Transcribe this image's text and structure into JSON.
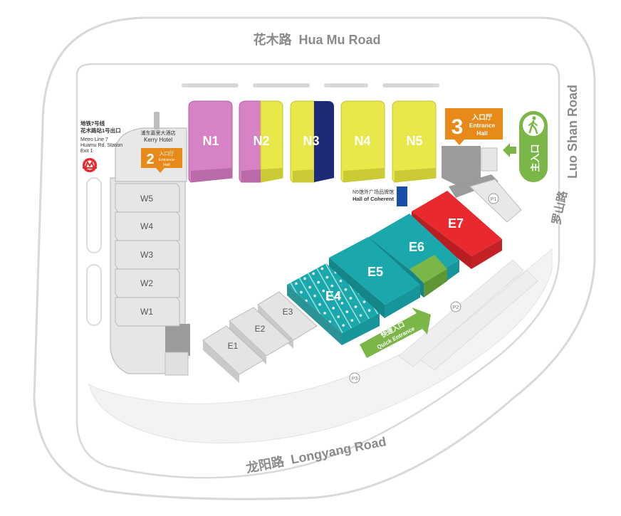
{
  "roads": {
    "north": "花木路  Hua Mu Road",
    "east_cn": "罗山路",
    "east_en": "Luo Shan Road",
    "south": "龙阳路  Longyang Road"
  },
  "halls": {
    "N1": "N1",
    "N2": "N2",
    "N3": "N3",
    "N4": "N4",
    "N5": "N5",
    "E1": "E1",
    "E2": "E2",
    "E3": "E3",
    "E4": "E4",
    "E5": "E5",
    "E6": "E6",
    "E7": "E7",
    "W1": "W1",
    "W2": "W2",
    "W3": "W3",
    "W4": "W4",
    "W5": "W5"
  },
  "entrance2": {
    "number": "2",
    "cn": "入口厅",
    "en1": "Entrance",
    "en2": "Hall"
  },
  "entrance3": {
    "number": "3",
    "cn": "入口厅",
    "en1": "Entrance",
    "en2": "Hall"
  },
  "main_entrance": "主入口",
  "quick_entrance": {
    "cn": "快速入口",
    "en": "Quick Entrance"
  },
  "metro": {
    "line1": "地铁7号线",
    "line2": "花木路站1号出口",
    "line3": "Metro Line 7",
    "line4": "Huamu Rd. Station",
    "line5": "Exit 1"
  },
  "hotel": {
    "cn": "浦东嘉里大酒店",
    "en": "Kerry Hotel"
  },
  "n5_hall": {
    "cn": "N5馆外广场品牌馆",
    "en": "Hall of Coherent"
  },
  "parking": {
    "p1": "P1",
    "p2": "P2",
    "p3": "P3"
  },
  "colors": {
    "pink": "#d882c6",
    "yellow": "#e8e84a",
    "navy": "#1c2a78",
    "teal": "#1aa8ac",
    "red": "#e8292d",
    "green": "#7ab648",
    "orange": "#e88a1a",
    "grey_hall": "#d6d6d6",
    "border": "#cfcfcf"
  }
}
